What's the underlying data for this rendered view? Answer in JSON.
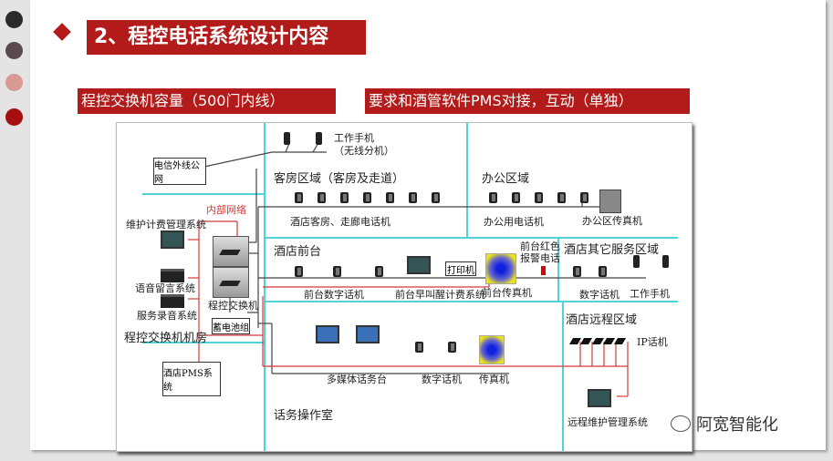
{
  "title": "2、程控电话系统设计内容",
  "subtitles": [
    "程控交换机容量（500门内线）",
    "要求和酒管软件PMS对接，互动（单独）"
  ],
  "diagram": {
    "telecom": "电信外线公网",
    "internal_network": "内部网络",
    "billing": "维护计费管理系统",
    "voicemail": "语音留言系统",
    "recording": "服务录音系统",
    "pbx": "程控交换机",
    "battery": "蓄电池组",
    "pbx_room": "程控交换机机房",
    "pms": "酒店PMS系统",
    "work_mobile_1": "工作手机",
    "work_mobile_2": "（无线分机）",
    "guest_zone": "客房区域（客房及走道）",
    "guest_phones": "酒店客房、走廊电话机",
    "office_zone": "办公区域",
    "office_phones": "办公用电话机",
    "office_fax": "办公区传真机",
    "front_desk": "酒店前台",
    "front_phones": "前台数字话机",
    "wakeup": "前台早叫醒计费系统",
    "printer": "打印机",
    "front_fax": "前台传真机",
    "red_phone_1": "前台红色",
    "red_phone_2": "报警电话",
    "other_zone": "酒店其它服务区域",
    "other_phones": "数字话机",
    "other_mobile": "工作手机",
    "remote_zone": "酒店远程区域",
    "ip_phones": "IP话机",
    "remote_mgmt": "远程维护管理系统",
    "operator_room": "话务操作室",
    "multimedia": "多媒体话务台",
    "digital_phones": "数字话机",
    "fax": "传真机"
  },
  "watermark": "阿宽智能化",
  "colors": {
    "accent": "#b31b1b",
    "zone_line": "#4fd3d8",
    "network_line": "#d23a3a"
  }
}
